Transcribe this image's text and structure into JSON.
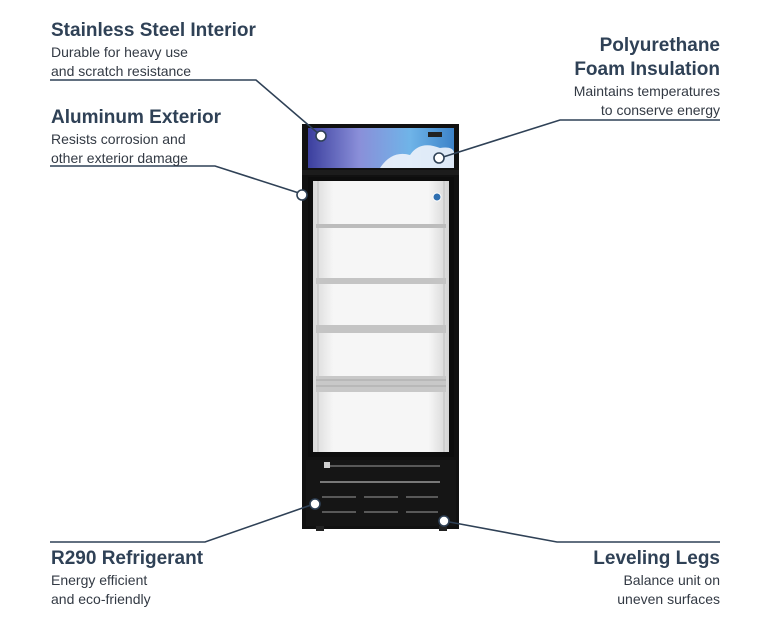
{
  "callouts": {
    "stainless": {
      "title": "Stainless Steel Interior",
      "line1": "Durable for heavy use",
      "line2": "and scratch resistance"
    },
    "aluminum": {
      "title": "Aluminum Exterior",
      "line1": "Resists corrosion and",
      "line2": "other exterior damage"
    },
    "foam": {
      "title1": "Polyurethane",
      "title2": "Foam Insulation",
      "line1": "Maintains temperatures",
      "line2": "to conserve energy"
    },
    "refrigerant": {
      "title": "R290 Refrigerant",
      "line1": "Energy efficient",
      "line2": "and eco-friendly"
    },
    "legs": {
      "title": "Leveling Legs",
      "line1": "Balance unit on",
      "line2": "uneven surfaces"
    }
  },
  "colors": {
    "leader": "#2f4156",
    "cabinet": "#111111",
    "text": "#2f4156"
  }
}
